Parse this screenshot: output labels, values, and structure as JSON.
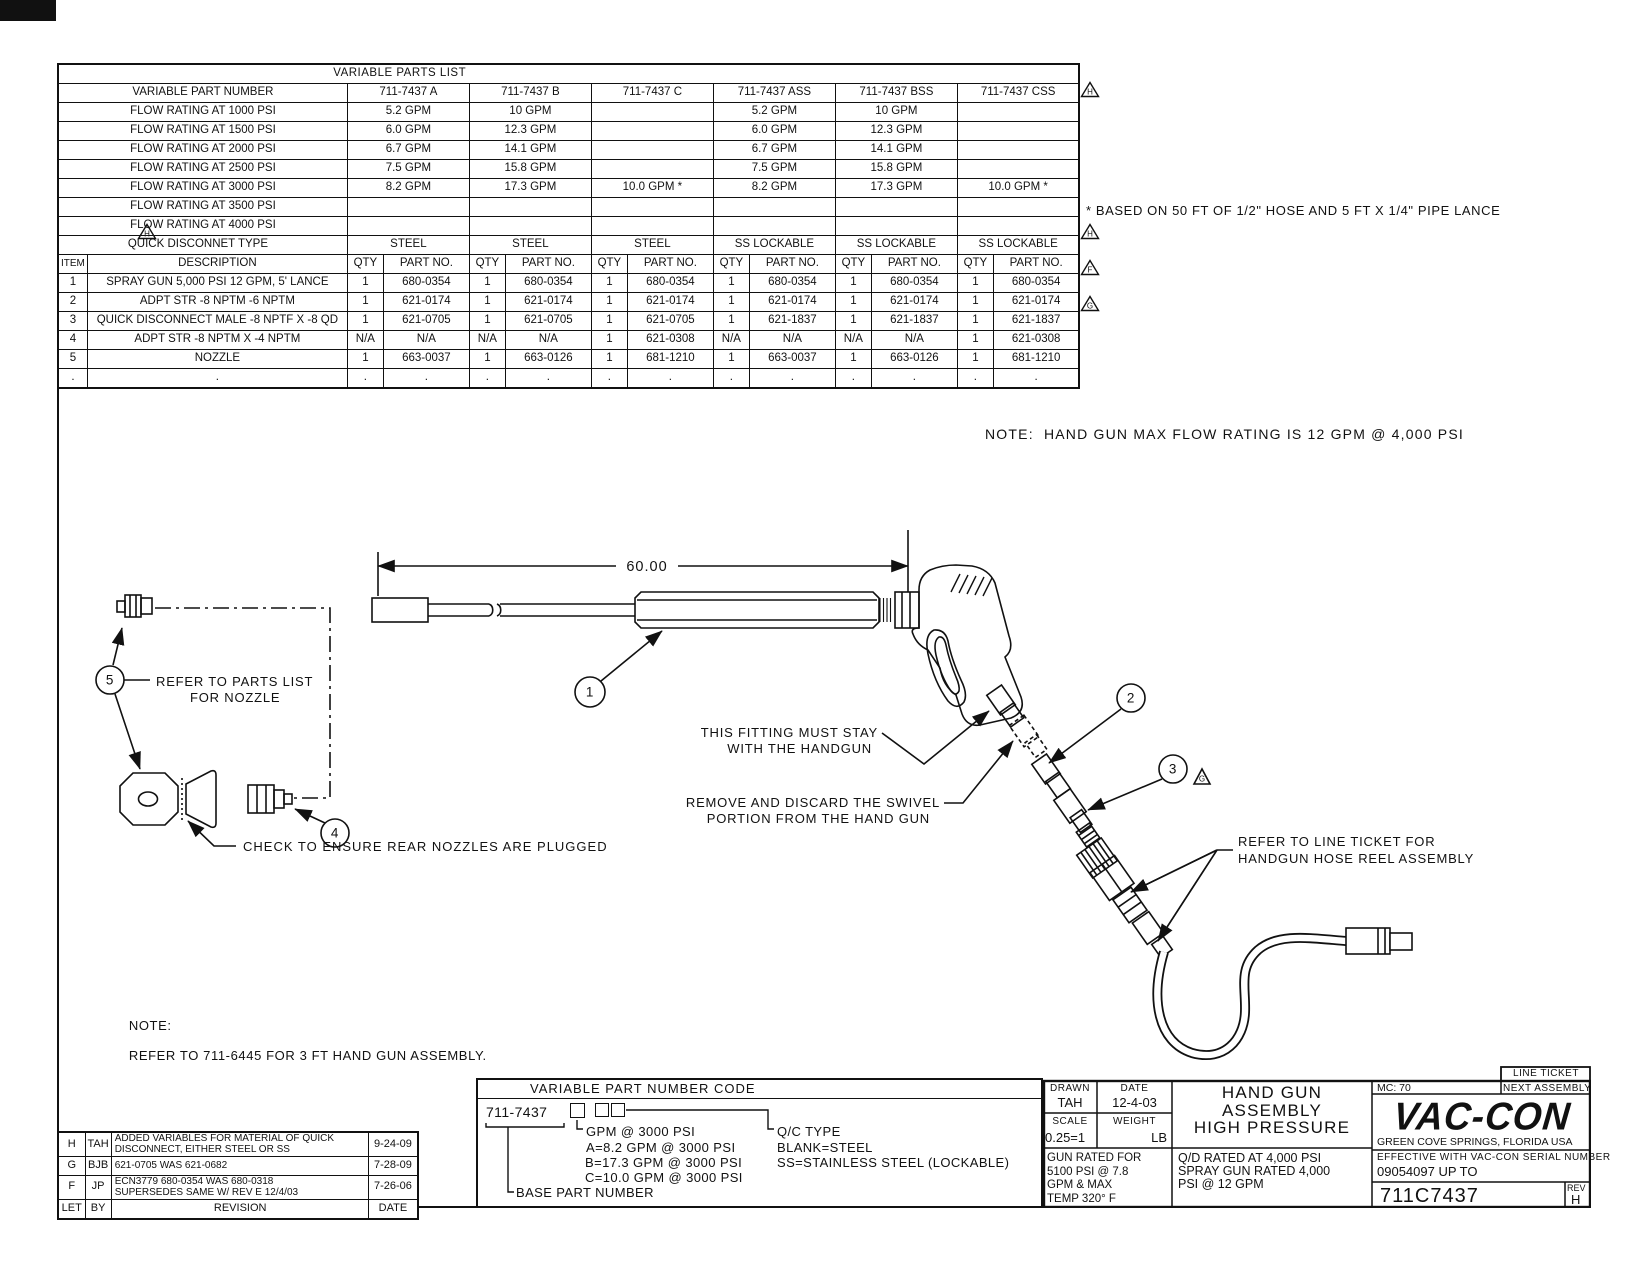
{
  "sheet": {
    "bg": "#ffffff",
    "ink": "#111111"
  },
  "parts_table": {
    "title": "VARIABLE PARTS LIST",
    "part_number_label": "VARIABLE PART NUMBER",
    "variants": [
      "711-7437 A",
      "711-7437 B",
      "711-7437 C",
      "711-7437 ASS",
      "711-7437 BSS",
      "711-7437 CSS"
    ],
    "flow_rows": [
      {
        "label": "FLOW RATING AT 1000 PSI",
        "values": [
          "5.2 GPM",
          "10 GPM",
          "",
          "5.2 GPM",
          "10 GPM",
          ""
        ]
      },
      {
        "label": "FLOW RATING AT 1500 PSI",
        "values": [
          "6.0 GPM",
          "12.3 GPM",
          "",
          "6.0 GPM",
          "12.3 GPM",
          ""
        ]
      },
      {
        "label": "FLOW RATING AT 2000 PSI",
        "values": [
          "6.7 GPM",
          "14.1 GPM",
          "",
          "6.7 GPM",
          "14.1 GPM",
          ""
        ]
      },
      {
        "label": "FLOW RATING AT 2500 PSI",
        "values": [
          "7.5 GPM",
          "15.8 GPM",
          "",
          "7.5 GPM",
          "15.8 GPM",
          ""
        ]
      },
      {
        "label": "FLOW RATING AT 3000 PSI",
        "values": [
          "8.2 GPM",
          "17.3 GPM",
          "10.0 GPM *",
          "8.2 GPM",
          "17.3 GPM",
          "10.0 GPM *"
        ]
      },
      {
        "label": "FLOW RATING AT 3500 PSI",
        "values": [
          "",
          "",
          "",
          "",
          "",
          ""
        ]
      },
      {
        "label": "FLOW RATING AT 4000 PSI",
        "values": [
          "",
          "",
          "",
          "",
          "",
          ""
        ]
      }
    ],
    "qd_row": {
      "label": "QUICK DISCONNET TYPE",
      "values": [
        "STEEL",
        "STEEL",
        "STEEL",
        "SS LOCKABLE",
        "SS LOCKABLE",
        "SS LOCKABLE"
      ]
    },
    "item_headers": {
      "item": "ITEM",
      "description": "DESCRIPTION",
      "qty": "QTY",
      "part_no": "PART NO."
    },
    "items": [
      {
        "no": "1",
        "description": "SPRAY GUN 5,000 PSI 12 GPM, 5' LANCE",
        "cells": [
          [
            "1",
            "680-0354"
          ],
          [
            "1",
            "680-0354"
          ],
          [
            "1",
            "680-0354"
          ],
          [
            "1",
            "680-0354"
          ],
          [
            "1",
            "680-0354"
          ],
          [
            "1",
            "680-0354"
          ]
        ]
      },
      {
        "no": "2",
        "description": "ADPT STR -8 NPTM -6 NPTM",
        "cells": [
          [
            "1",
            "621-0174"
          ],
          [
            "1",
            "621-0174"
          ],
          [
            "1",
            "621-0174"
          ],
          [
            "1",
            "621-0174"
          ],
          [
            "1",
            "621-0174"
          ],
          [
            "1",
            "621-0174"
          ]
        ]
      },
      {
        "no": "3",
        "description": "QUICK DISCONNECT MALE -8 NPTF X -8 QD",
        "cells": [
          [
            "1",
            "621-0705"
          ],
          [
            "1",
            "621-0705"
          ],
          [
            "1",
            "621-0705"
          ],
          [
            "1",
            "621-1837"
          ],
          [
            "1",
            "621-1837"
          ],
          [
            "1",
            "621-1837"
          ]
        ]
      },
      {
        "no": "4",
        "description": "ADPT STR -8 NPTM X -4 NPTM",
        "cells": [
          [
            "N/A",
            "N/A"
          ],
          [
            "N/A",
            "N/A"
          ],
          [
            "1",
            "621-0308"
          ],
          [
            "N/A",
            "N/A"
          ],
          [
            "N/A",
            "N/A"
          ],
          [
            "1",
            "621-0308"
          ]
        ]
      },
      {
        "no": "5",
        "description": "NOZZLE",
        "cells": [
          [
            "1",
            "663-0037"
          ],
          [
            "1",
            "663-0126"
          ],
          [
            "1",
            "681-1210"
          ],
          [
            "1",
            "663-0037"
          ],
          [
            "1",
            "663-0126"
          ],
          [
            "1",
            "681-1210"
          ]
        ]
      }
    ],
    "continuation_dot": ".",
    "footnote": "* BASED ON 50 FT OF 1/2\" HOSE AND 5 FT X 1/4\" PIPE LANCE"
  },
  "flags": {
    "variants_row": "H",
    "qd_row_side": "H",
    "qd_row_inline": "H",
    "item_row_1": "F",
    "item_row_3": "G",
    "diagram_item_3": "G"
  },
  "notes": {
    "max_flow": "NOTE:  HAND GUN MAX FLOW RATING IS 12 GPM @ 4,000 PSI",
    "bottom_title": "NOTE:",
    "bottom_body": "REFER TO 711-6445 FOR 3 FT HAND GUN ASSEMBLY."
  },
  "diagram": {
    "dimension": "60.00",
    "balloon_1": "1",
    "balloon_2": "2",
    "balloon_3": "3",
    "balloon_4": "4",
    "balloon_5": "5",
    "nozzle_ref_1": "REFER TO PARTS LIST",
    "nozzle_ref_2": "FOR NOZZLE",
    "check_plugged": "CHECK TO ENSURE REAR NOZZLES ARE PLUGGED",
    "fitting_stay_1": "THIS FITTING MUST STAY",
    "fitting_stay_2": "WITH THE HANDGUN",
    "swivel_1": "REMOVE AND DISCARD THE SWIVEL",
    "swivel_2": "PORTION FROM THE HAND GUN",
    "line_ticket_1": "REFER TO LINE TICKET FOR",
    "line_ticket_2": "HANDGUN HOSE REEL ASSEMBLY"
  },
  "part_code": {
    "title": "VARIABLE PART NUMBER CODE",
    "base_number": "711-7437",
    "gpm_label": "GPM @ 3000 PSI",
    "gpm_a": "A=8.2 GPM @ 3000 PSI",
    "gpm_b": "B=17.3 GPM @ 3000 PSI",
    "gpm_c": "C=10.0 GPM @ 3000 PSI",
    "qc_label": "Q/C TYPE",
    "qc_blank": "BLANK=STEEL",
    "qc_ss": "SS=STAINLESS STEEL (LOCKABLE)",
    "base_label": "BASE PART NUMBER"
  },
  "revision_table": {
    "headers": {
      "let": "LET",
      "by": "BY",
      "revision": "REVISION",
      "date": "DATE"
    },
    "rows": [
      {
        "let": "H",
        "by": "TAH",
        "line1": "ADDED VARIABLES FOR MATERIAL OF QUICK",
        "line2": "DISCONNECT, EITHER STEEL OR SS",
        "date": "9-24-09"
      },
      {
        "let": "G",
        "by": "BJB",
        "line1": "621-0705 WAS 621-0682",
        "line2": "",
        "date": "7-28-09"
      },
      {
        "let": "F",
        "by": "JP",
        "line1": "ECN3779 680-0354 WAS 680-0318",
        "line2": "SUPERSEDES SAME W/ REV E  12/4/03",
        "date": "7-26-06"
      }
    ]
  },
  "title_block": {
    "drawn_label": "DRAWN",
    "drawn": "TAH",
    "date_label": "DATE",
    "date": "12-4-03",
    "scale_label": "SCALE",
    "scale": "0.25=1",
    "weight_label": "WEIGHT",
    "weight": "LB",
    "gun_rating_1": "GUN RATED FOR",
    "gun_rating_2": "5100 PSI @ 7.8",
    "gun_rating_3": "GPM & MAX",
    "gun_rating_4": "TEMP 320° F",
    "title_1": "HAND GUN",
    "title_2": "ASSEMBLY",
    "title_3": "HIGH PRESSURE",
    "qd_rating_1": "Q/D RATED AT 4,000 PSI",
    "qd_rating_2": "SPRAY GUN RATED 4,000",
    "qd_rating_3": "PSI @ 12 GPM",
    "line_ticket": "LINE TICKET",
    "mc": "MC: 70",
    "next_assembly": "NEXT ASSEMBLY",
    "logo": "VAC-CON",
    "address": "GREEN COVE SPRINGS, FLORIDA USA",
    "effective_1": "EFFECTIVE WITH VAC-CON SERIAL NUMBER",
    "effective_2": "09054097 UP TO",
    "drawing_number": "711C7437",
    "rev_label": "REV",
    "rev": "H"
  }
}
